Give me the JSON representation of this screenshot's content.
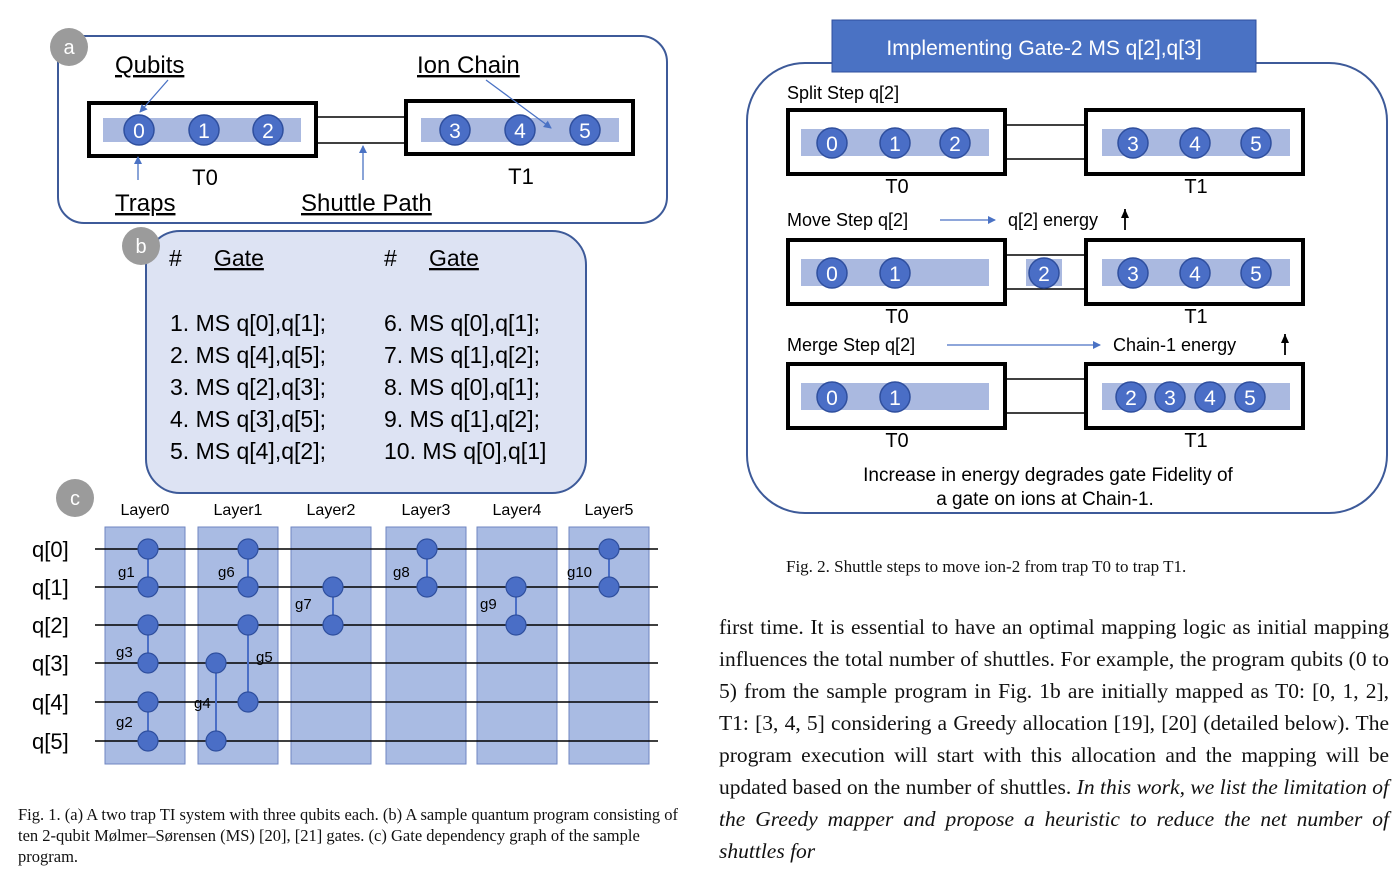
{
  "fig1": {
    "panel_a": {
      "badge": "a",
      "labels": {
        "qubits": "Qubits",
        "ion_chain": "Ion Chain",
        "traps": "Traps",
        "shuttle_path": "Shuttle Path"
      },
      "traps": [
        {
          "name": "T0",
          "ions": [
            "0",
            "1",
            "2"
          ]
        },
        {
          "name": "T1",
          "ions": [
            "3",
            "4",
            "5"
          ]
        }
      ]
    },
    "panel_b": {
      "badge": "b",
      "col_headers": [
        {
          "hash": "#",
          "gate": "Gate"
        },
        {
          "hash": "#",
          "gate": "Gate"
        }
      ],
      "gates_left": [
        "1. MS q[0],q[1];",
        "2. MS q[4],q[5];",
        "3. MS q[2],q[3];",
        "4. MS q[3],q[5];",
        "5. MS q[4],q[2];"
      ],
      "gates_right": [
        "6. MS q[0],q[1];",
        "7. MS q[1],q[2];",
        "8. MS q[0],q[1];",
        "9. MS q[1],q[2];",
        "10. MS q[0],q[1]"
      ]
    },
    "panel_c": {
      "badge": "c",
      "layers": [
        "Layer0",
        "Layer1",
        "Layer2",
        "Layer3",
        "Layer4",
        "Layer5"
      ],
      "qubits": [
        "q[0]",
        "q[1]",
        "q[2]",
        "q[3]",
        "q[4]",
        "q[5]"
      ],
      "gates": [
        {
          "label": "g1",
          "layer": 0,
          "q": [
            0,
            1
          ]
        },
        {
          "label": "g3",
          "layer": 0,
          "q": [
            2,
            3
          ]
        },
        {
          "label": "g2",
          "layer": 0,
          "q": [
            4,
            5
          ]
        },
        {
          "label": "g6",
          "layer": 1,
          "q": [
            0,
            1
          ]
        },
        {
          "label": "g5",
          "layer": 1,
          "q": [
            2,
            4
          ]
        },
        {
          "label": "g4",
          "layer": 1,
          "q": [
            3,
            5
          ]
        },
        {
          "label": "g7",
          "layer": 2,
          "q": [
            1,
            2
          ]
        },
        {
          "label": "g8",
          "layer": 3,
          "q": [
            0,
            1
          ]
        },
        {
          "label": "g9",
          "layer": 4,
          "q": [
            1,
            2
          ]
        },
        {
          "label": "g10",
          "layer": 5,
          "q": [
            0,
            1
          ]
        }
      ]
    },
    "caption": "Fig. 1.  (a) A two trap TI system with three qubits each. (b) A sample quantum program consisting of ten 2-qubit Mølmer–Sørensen (MS) [20], [21] gates. (c) Gate dependency graph of the sample program."
  },
  "fig2": {
    "title": "Implementing Gate-2 MS q[2],q[3]",
    "steps": [
      {
        "label": "Split Step q[2]",
        "annotation": "",
        "t0_ions": [
          "0",
          "1",
          "2"
        ],
        "path_ions": [],
        "t1_ions": [
          "3",
          "4",
          "5"
        ]
      },
      {
        "label": "Move Step q[2]",
        "annotation": "q[2] energy",
        "t0_ions": [
          "0",
          "1"
        ],
        "path_ions": [
          "2"
        ],
        "t1_ions": [
          "3",
          "4",
          "5"
        ]
      },
      {
        "label": "Merge Step q[2]",
        "annotation": "Chain-1 energy",
        "t0_ions": [
          "0",
          "1"
        ],
        "path_ions": [],
        "t1_ions": [
          "2",
          "3",
          "4",
          "5"
        ]
      }
    ],
    "trap_names": [
      "T0",
      "T1"
    ],
    "footer": [
      "Increase in energy degrades gate Fidelity of",
      "a gate on ions at Chain-1."
    ],
    "caption": "Fig. 2.  Shuttle steps to move ion-2 from trap T0 to trap T1."
  },
  "body_text": {
    "plain": "first time. It is essential to have an optimal mapping logic as initial mapping influences the total number of shuttles. For example, the program qubits (0 to 5) from the sample program in Fig. 1b are initially mapped as T0: [0, 1, 2], T1: [3, 4, 5] considering a Greedy allocation [19], [20] (detailed below). The program execution will start with this allocation and the mapping will be updated based on the number of shuttles.",
    "italic": "In this work, we list the limitation of the Greedy mapper and propose a heuristic to reduce the net number of shuttles for"
  },
  "colors": {
    "ion_fill": "#4a6ec6",
    "ion_stroke": "#2f4f9e",
    "chain_band": "#aab9e0",
    "panel_b_fill": "#dde3f3",
    "layer_fill": "#a9bbe3",
    "title_fill": "#4a72c4",
    "badge_fill": "#9b9b9b",
    "arrow": "#4a72c4"
  }
}
